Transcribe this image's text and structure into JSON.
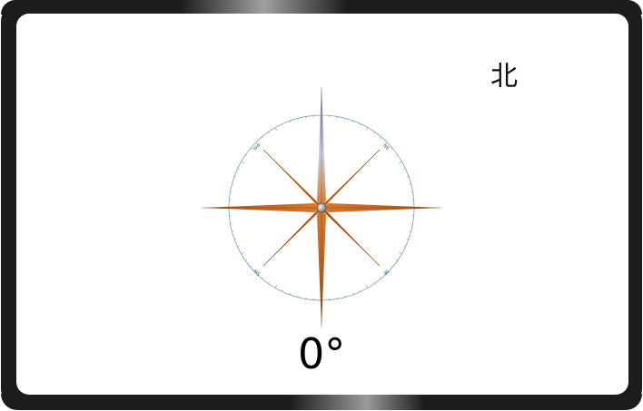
{
  "screen": {
    "direction_label": "北",
    "heading_readout": "0°"
  },
  "compass": {
    "heading_degrees": 0,
    "ring_labels": [
      "NE",
      "NW",
      "SE",
      "SW"
    ],
    "colors": {
      "ring": "#7a9cbf",
      "needle_orange": "#d9782a",
      "needle_dark": "#9a4a10",
      "north_needle_top": "#6f6aa0",
      "hub": "#9a9a9a"
    }
  }
}
